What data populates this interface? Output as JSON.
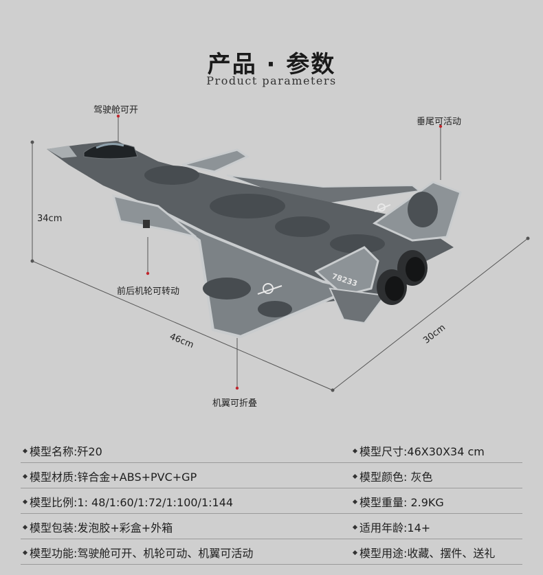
{
  "header": {
    "title": "产品 · 参数",
    "subtitle": "Product parameters"
  },
  "callouts": {
    "cockpit": "驾驶舱可开",
    "tail": "垂尾可活动",
    "wheels": "前后机轮可转动",
    "wings": "机翼可折叠"
  },
  "dimensions": {
    "height": "34cm",
    "length": "46cm",
    "width": "30cm"
  },
  "aircraft": {
    "tail_number": "78233"
  },
  "colors": {
    "background": "#cfcfcf",
    "callout_dot": "#c0262d",
    "aircraft_dark": "#4b5054",
    "aircraft_light": "#8d9397",
    "aircraft_edge": "#c9ccce"
  },
  "specs": [
    {
      "left": "模型名称:歼20",
      "right": "模型尺寸:46X30X34 cm"
    },
    {
      "left": "模型材质:锌合金+ABS+PVC+GP",
      "right": "模型颜色: 灰色"
    },
    {
      "left": "模型比例:1: 48/1:60/1:72/1:100/1:144",
      "right": "模型重量: 2.9KG"
    },
    {
      "left": "模型包装:发泡胶+彩盒+外箱",
      "right": "适用年龄:14+"
    },
    {
      "left": "模型功能:驾驶舱可开、机轮可动、机翼可活动",
      "right": "模型用途:收藏、摆件、送礼"
    }
  ]
}
